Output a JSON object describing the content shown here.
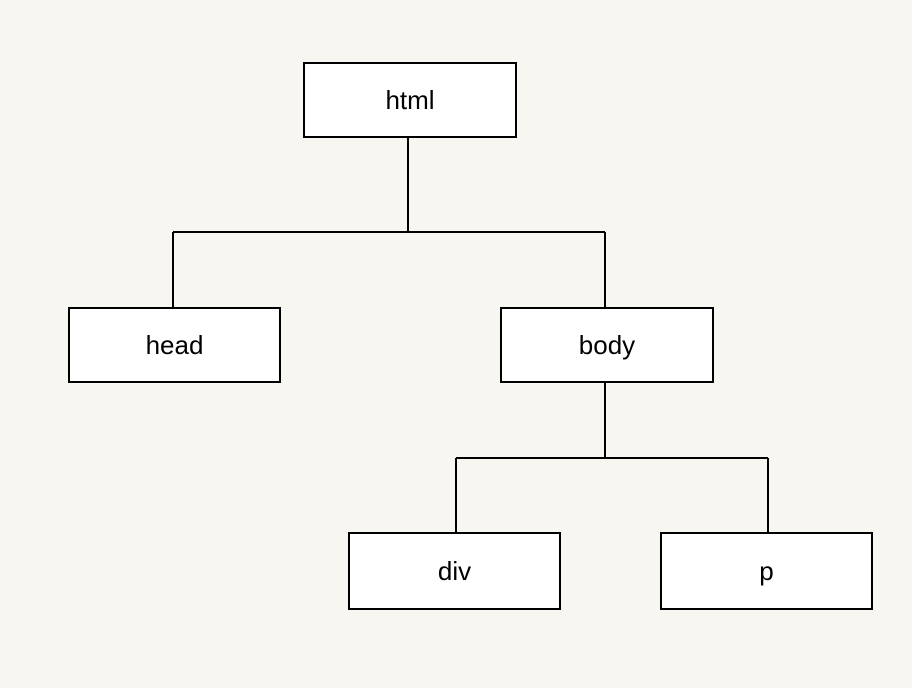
{
  "tree": {
    "root": {
      "label": "html"
    },
    "children": [
      {
        "label": "head"
      },
      {
        "label": "body"
      }
    ],
    "grandchildren": [
      {
        "label": "div"
      },
      {
        "label": "p"
      }
    ]
  },
  "colors": {
    "background": "#f8f6f0",
    "node_fill": "#ffffff",
    "stroke": "#000000"
  }
}
